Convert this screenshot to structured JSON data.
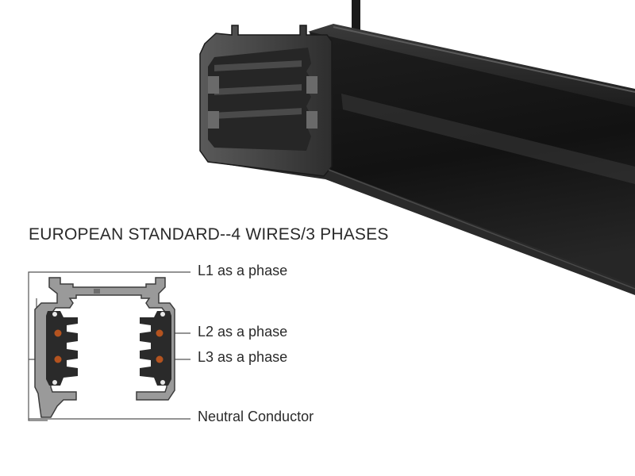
{
  "diagram": {
    "heading": "EUROPEAN STANDARD--4 WIRES/3 PHASES",
    "labels": {
      "l1": "L1 as a phase",
      "l2": "L2 as a phase",
      "l3": "L3 as a phase",
      "neutral": "Neutral Conductor"
    }
  },
  "colors": {
    "rail_body": "#141414",
    "profile_fill": "#9a9a9a",
    "profile_stroke": "#3c3c3c",
    "conductor": "#b4531f",
    "leader_line": "#555555",
    "text": "#2a2a2a"
  },
  "icons": {
    "rail": "track-rail-3d-illustration",
    "cross_section": "track-profile-cross-section"
  }
}
